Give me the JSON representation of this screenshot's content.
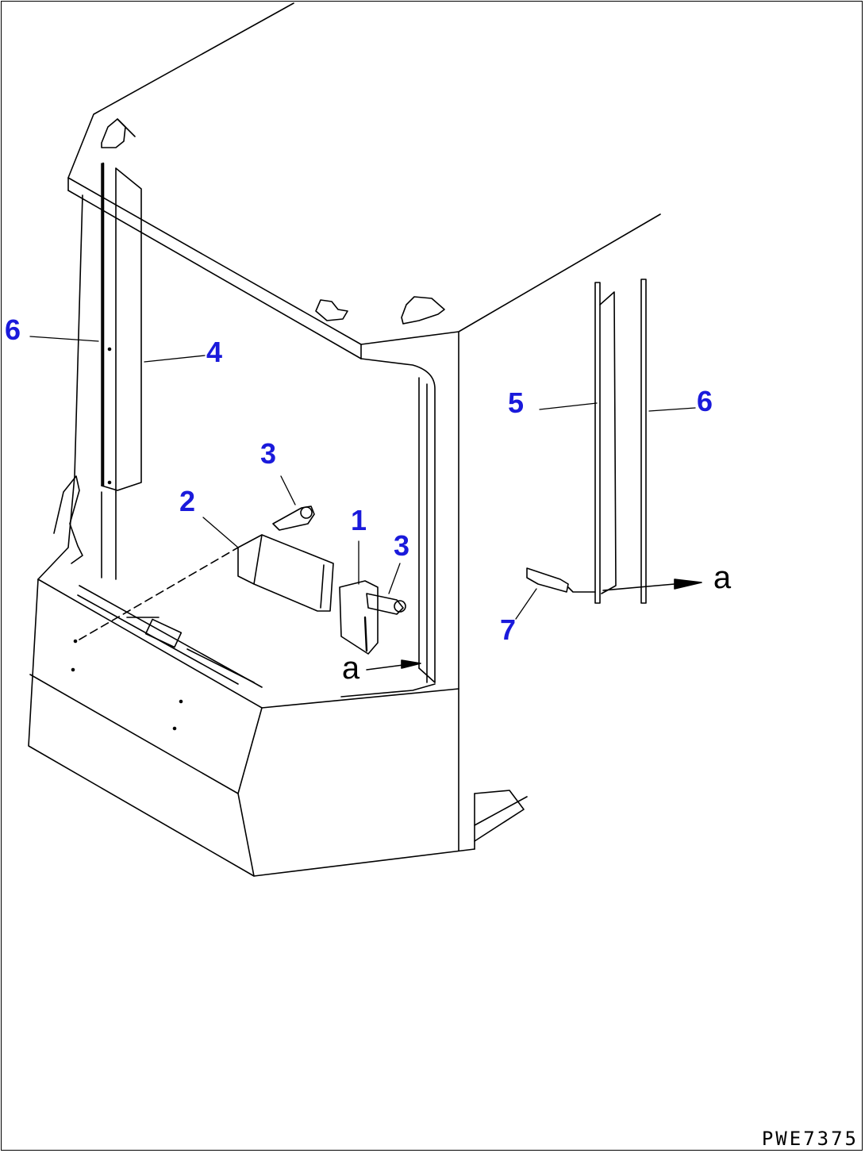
{
  "colors": {
    "line": "#000000",
    "label": "#1a1adb",
    "background": "#ffffff"
  },
  "diagram": {
    "drawing_number": "PWE7375",
    "view_marker": "a",
    "part_labels": {
      "l1": "1",
      "l2": "2",
      "l3a": "3",
      "l3b": "3",
      "l4": "4",
      "l5": "5",
      "l6a": "6",
      "l6b": "6",
      "l7": "7"
    }
  }
}
